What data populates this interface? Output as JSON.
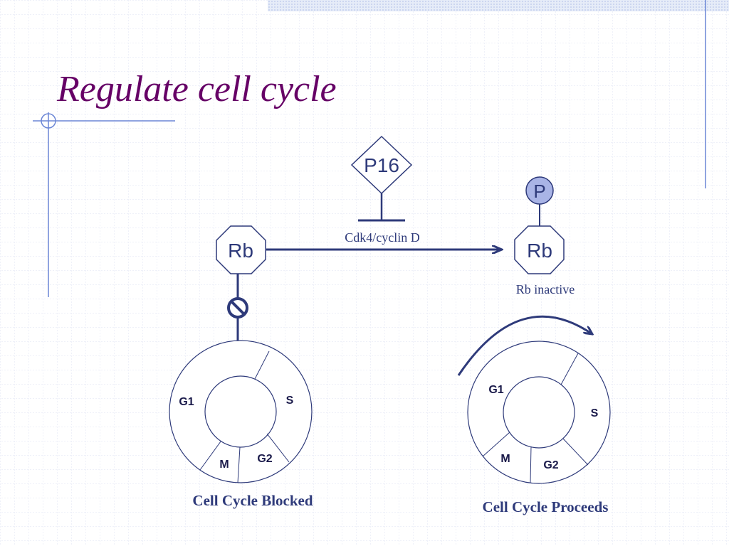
{
  "slide": {
    "title": "Regulate cell cycle"
  },
  "diagram": {
    "inhibitor": {
      "label": "P16"
    },
    "enzyme": {
      "label": "Cdk4/cyclin D"
    },
    "rb_active": {
      "label": "Rb"
    },
    "rb_phosphorylated": {
      "label": "Rb",
      "phosphate_label": "P",
      "status_label": "Rb inactive"
    },
    "block_symbol": "no-symbol-icon",
    "cycle_blocked": {
      "caption": "Cell Cycle Blocked",
      "phases": {
        "g1": "G1",
        "s": "S",
        "g2": "G2",
        "m": "M"
      }
    },
    "cycle_proceeds": {
      "caption": "Cell Cycle Proceeds",
      "phases": {
        "g1": "G1",
        "s": "S",
        "g2": "G2",
        "m": "M"
      }
    }
  },
  "colors": {
    "title": "#660066",
    "ink": "#2e3a7a",
    "grid": "#dfe3f3",
    "accent_line": "#6b86d6",
    "phosphate_fill": "#a9b4e6"
  }
}
